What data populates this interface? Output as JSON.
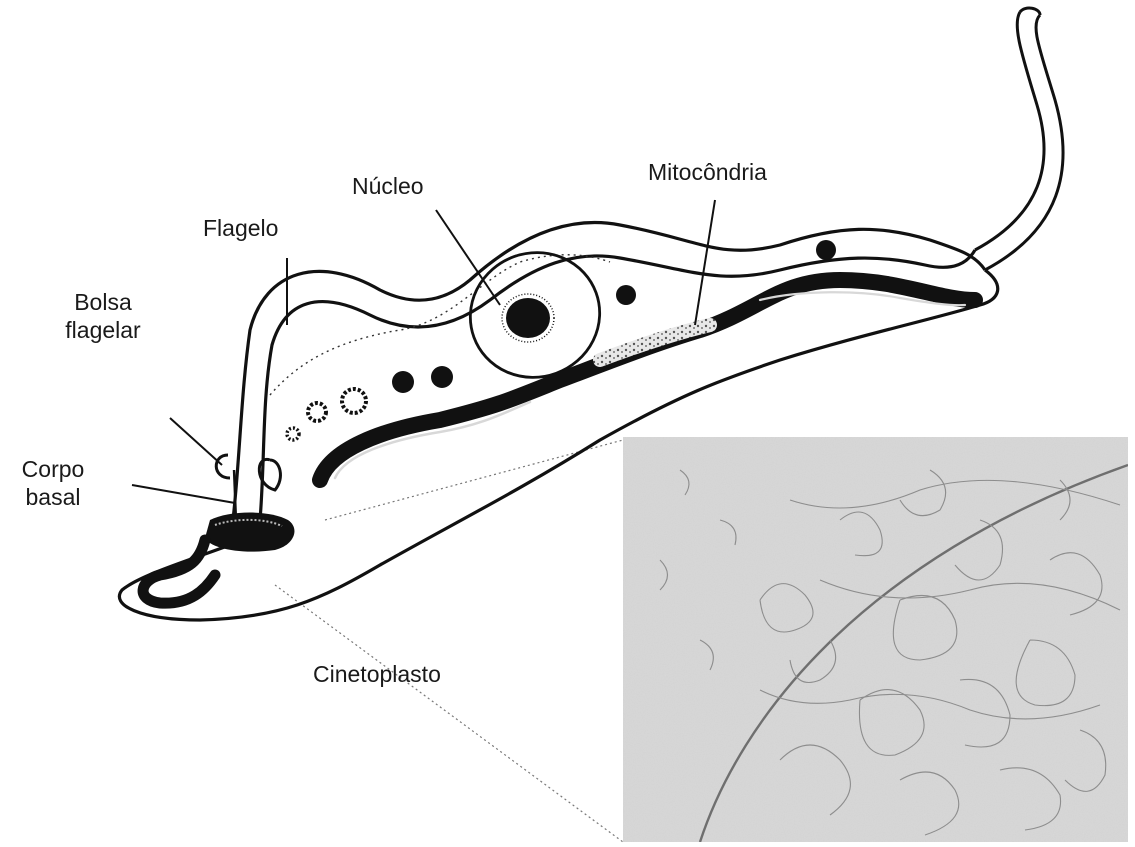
{
  "labels": {
    "nucleo": "Núcleo",
    "mitocondria": "Mitocôndria",
    "flagelo": "Flagelo",
    "bolsa_flagelar_1": "Bolsa",
    "bolsa_flagelar_2": "flagelar",
    "corpo_basal_1": "Corpo",
    "corpo_basal_2": "basal",
    "cinetoplasto": "Cinetoplasto"
  },
  "colors": {
    "ink": "#111111",
    "micrograph_bg": "#cfcfcf",
    "micrograph_fiber": "#8a8a8a"
  },
  "icons": {
    "micrograph": "kinetoplast-dna-micrograph"
  }
}
